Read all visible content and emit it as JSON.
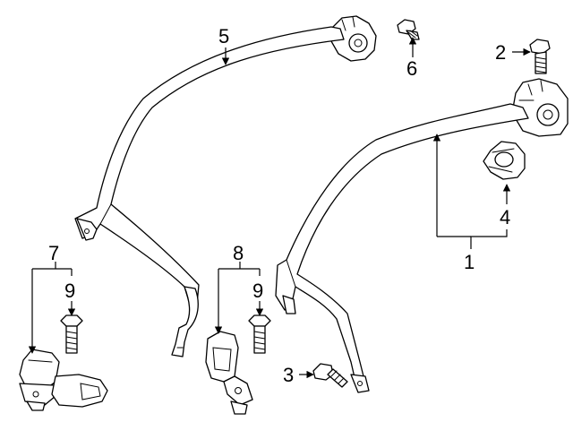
{
  "diagram": {
    "callouts": [
      {
        "id": "c1",
        "label": "1"
      },
      {
        "id": "c2",
        "label": "2"
      },
      {
        "id": "c3",
        "label": "3"
      },
      {
        "id": "c4",
        "label": "4"
      },
      {
        "id": "c5",
        "label": "5"
      },
      {
        "id": "c6",
        "label": "6"
      },
      {
        "id": "c7",
        "label": "7"
      },
      {
        "id": "c8",
        "label": "8"
      },
      {
        "id": "c9a",
        "label": "9"
      },
      {
        "id": "c9b",
        "label": "9"
      }
    ]
  },
  "colors": {
    "line": "#000000",
    "background": "#ffffff"
  }
}
